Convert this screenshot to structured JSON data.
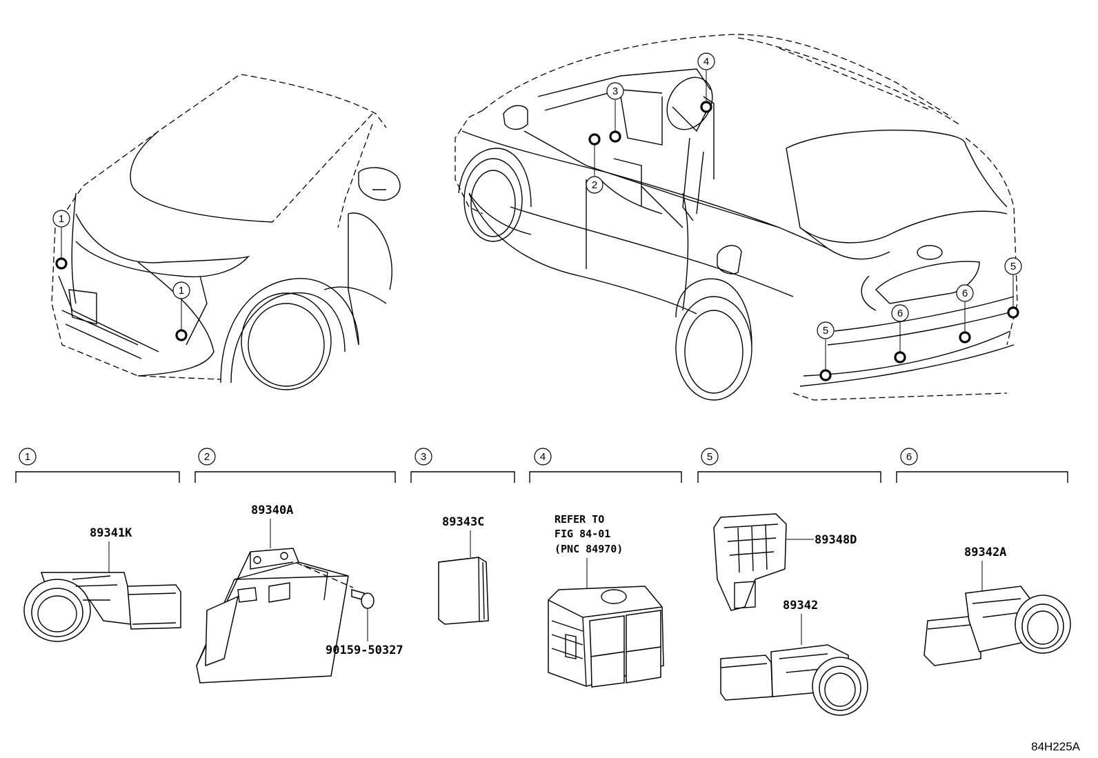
{
  "sections": [
    {
      "id": "1",
      "parts": [
        "89341K"
      ]
    },
    {
      "id": "2",
      "parts": [
        "89340A",
        "90159-50327"
      ]
    },
    {
      "id": "3",
      "parts": [
        "89343C"
      ]
    },
    {
      "id": "4",
      "refer": [
        "REFER TO",
        "FIG 84-01",
        "(PNC 84970)"
      ]
    },
    {
      "id": "5",
      "parts": [
        "89348D",
        "89342"
      ]
    },
    {
      "id": "6",
      "parts": [
        "89342A"
      ]
    }
  ],
  "callouts_front": [
    "1",
    "1"
  ],
  "callouts_rear": [
    "2",
    "3",
    "4",
    "5",
    "5",
    "6",
    "6"
  ],
  "diagram_code": "84H225A"
}
